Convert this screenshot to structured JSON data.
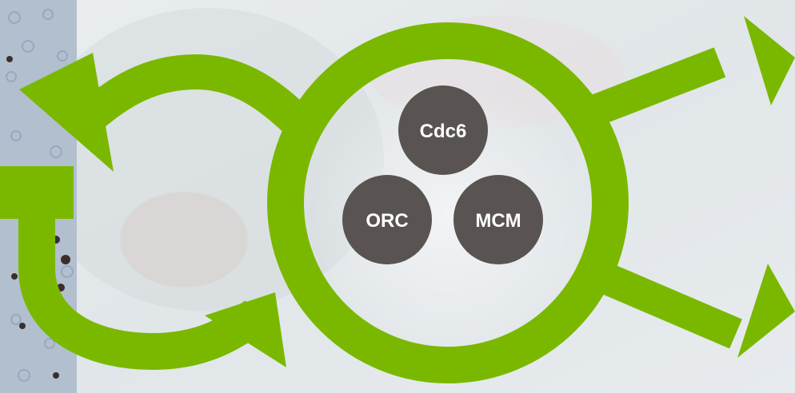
{
  "colors": {
    "arrow_green": "#7ab800",
    "node_fill": "#595451",
    "node_text": "#ffffff",
    "background": "#e3e8ea",
    "tissue_strip": "#b7c3d2"
  },
  "diagram": {
    "nodes": [
      {
        "id": "cdc6",
        "label": "Cdc6"
      },
      {
        "id": "orc",
        "label": "ORC"
      },
      {
        "id": "mcm",
        "label": "MCM"
      }
    ]
  }
}
